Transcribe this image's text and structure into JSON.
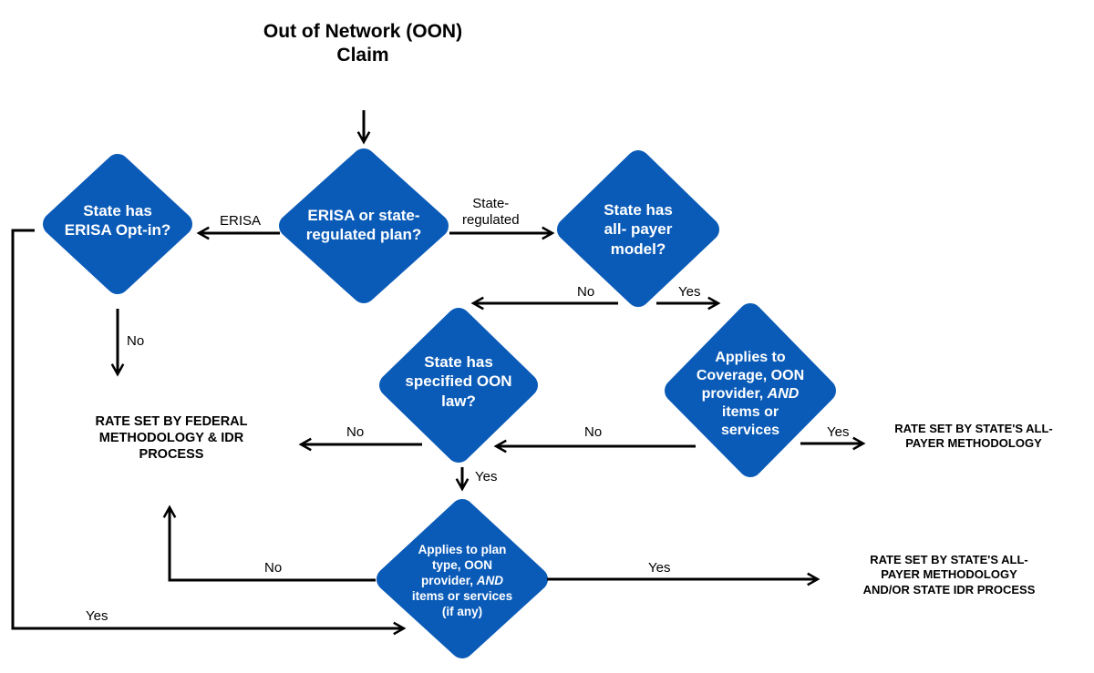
{
  "title": [
    "Out of Network (OON)",
    "Claim"
  ],
  "colors": {
    "diamond": "#0a5bb8",
    "line": "#000000",
    "text_on_diamond": "#ffffff"
  },
  "nodes": {
    "erisa_or_state": [
      "ERISA or state-",
      "regulated plan?"
    ],
    "erisa_optin": [
      "State has",
      "ERISA Opt-in?"
    ],
    "all_payer": [
      "State has",
      "all- payer",
      "model?"
    ],
    "oon_law": [
      "State has",
      "specified OON",
      "law?"
    ],
    "applies_coverage": {
      "l1": "Applies to",
      "l2": "Coverage, OON",
      "l3a": "provider, ",
      "l3b": "AND",
      "l4": "items or",
      "l5": "services"
    },
    "applies_plan": {
      "l1": "Applies to plan",
      "l2": "type, OON",
      "l3a": "provider, ",
      "l3b": "AND",
      "l4": "items or services",
      "l5": "(if any)"
    }
  },
  "edge_labels": {
    "erisa": "ERISA",
    "state_regulated": [
      "State-",
      "regulated"
    ],
    "optin_no": "No",
    "allpayer_no": "No",
    "allpayer_yes": "Yes",
    "coverage_no": "No",
    "coverage_yes": "Yes",
    "oonlaw_no": "No",
    "oonlaw_yes": "Yes",
    "plan_no": "No",
    "plan_yes": "Yes",
    "optin_yes": "Yes"
  },
  "outcomes": {
    "federal": [
      "RATE SET BY FEDERAL",
      "METHODOLOGY & IDR",
      "PROCESS"
    ],
    "state_allpayer": [
      "RATE SET BY STATE'S ALL-",
      "PAYER METHODOLOGY"
    ],
    "state_allpayer_idr": [
      "RATE SET BY STATE'S ALL-",
      "PAYER METHODOLOGY",
      "AND/OR STATE IDR PROCESS"
    ]
  }
}
